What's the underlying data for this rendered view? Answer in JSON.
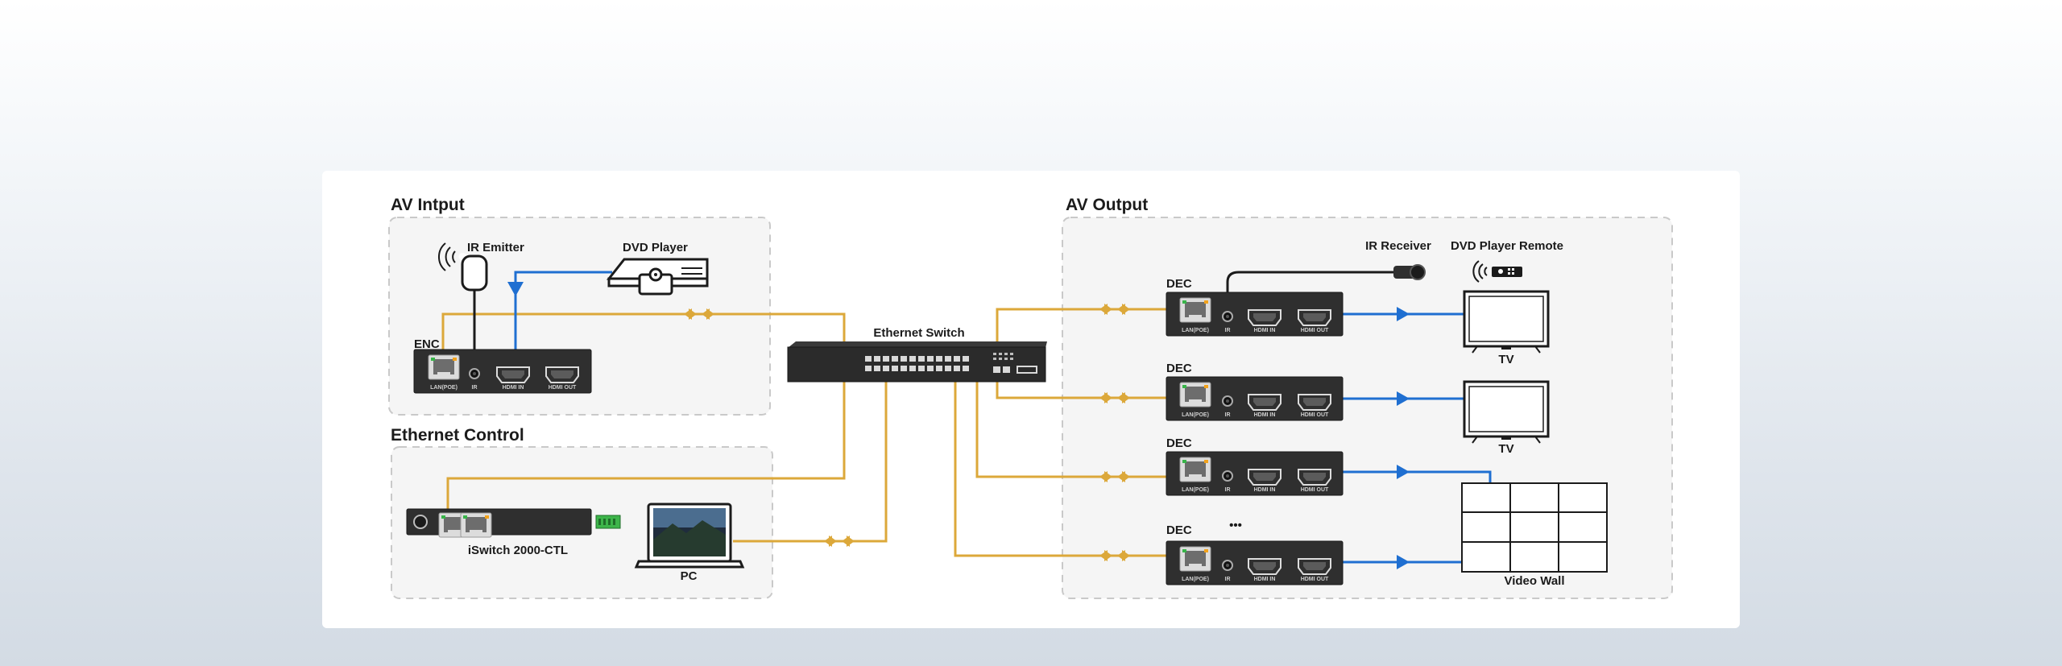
{
  "sections": {
    "av_input": "AV Intput",
    "ethernet_control": "Ethernet Control",
    "av_output": "AV Output"
  },
  "labels": {
    "ir_emitter": "IR Emitter",
    "dvd_player": "DVD Player",
    "enc": "ENC",
    "ethernet_switch": "Ethernet Switch",
    "controller": "iSwitch 2000-CTL",
    "pc": "PC",
    "ir_receiver": "IR Receiver",
    "dvd_remote": "DVD Player Remote",
    "dec": "DEC",
    "tv": "TV",
    "video_wall": "Video Wall",
    "ellipsis": "•••"
  },
  "ports": {
    "lan": "LAN(POE)",
    "ir": "IR",
    "hdmi_in": "HDMI IN",
    "hdmi_out": "HDMI OUT"
  },
  "colors": {
    "network_link": "#dca83a",
    "ir_hdmi_link": "#1f6fd1",
    "device_body": "#2f2f2f"
  }
}
